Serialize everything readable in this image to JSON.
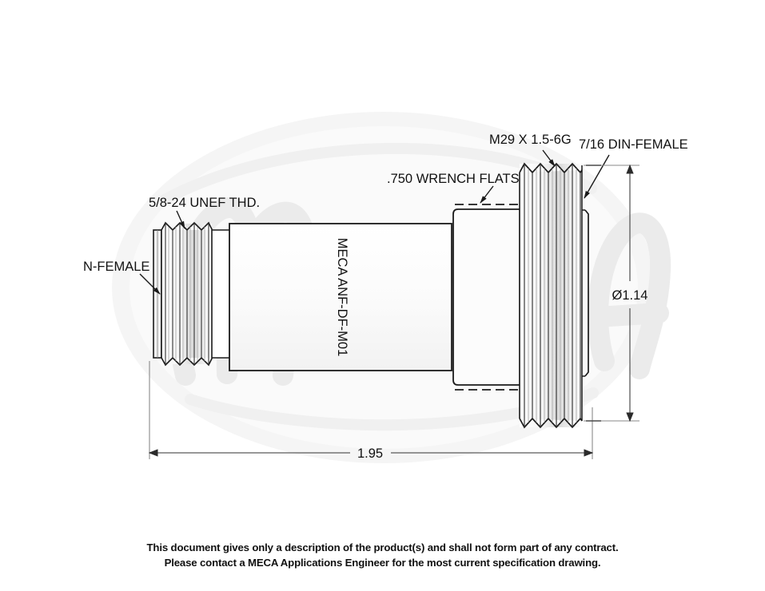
{
  "document": {
    "type": "mechanical-specification-drawing",
    "part_number": "MECA ANF-DF-M01",
    "background_color": "#ffffff",
    "line_color": "#1a1a1a",
    "watermark_color": "#efefef",
    "watermark_text": "MECA"
  },
  "body_label": {
    "text": "MECA ANF-DF-M01",
    "orientation": "vertical"
  },
  "callouts": {
    "n_female": "N-FEMALE",
    "unef_thread": "5/8-24 UNEF THD.",
    "wrench_flats": ".750 WRENCH FLATS",
    "metric_thread": "M29 X 1.5-6G",
    "din_female": "7/16 DIN-FEMALE"
  },
  "dimensions": {
    "overall_length": "1.95",
    "diameter": "Ø1.14"
  },
  "footer": {
    "line1": "This document gives only a description of the product(s) and shall not form part of any contract.",
    "line2": "Please contact a MECA Applications Engineer for the most current specification drawing."
  }
}
